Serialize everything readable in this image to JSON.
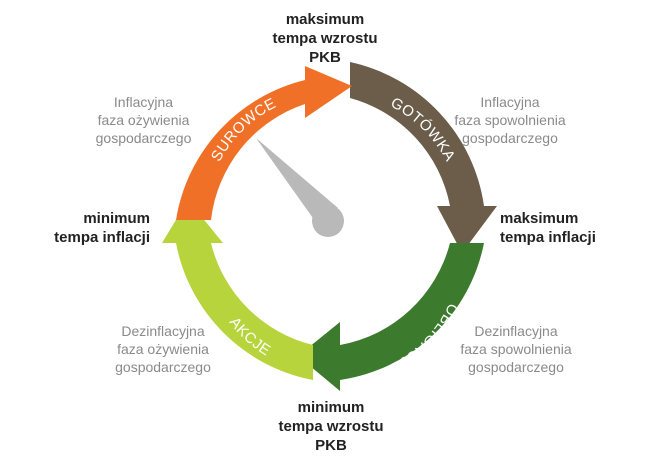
{
  "top": [
    "maksimum",
    "tempa wzrostu",
    "PKB"
  ],
  "bottom": [
    "minimum",
    "tempa wzrostu",
    "PKB"
  ],
  "left": [
    "minimum",
    "tempa inflacji"
  ],
  "right": [
    "maksimum",
    "tempa inflacji"
  ],
  "phases": {
    "top_left": [
      "Inflacyjna",
      "faza ożywienia",
      "gospodarczego"
    ],
    "top_right": [
      "Inflacyjna",
      "faza spowolnienia",
      "gospodarczego"
    ],
    "bottom_left": [
      "Dezinflacyjna",
      "faza ożywienia",
      "gospodarczego"
    ],
    "bottom_right": [
      "Dezinflacyjna",
      "faza spowolnienia",
      "gospodarczego"
    ]
  },
  "segments": {
    "surowce": "SUROWCE",
    "gotowka": "GOTÓWKA",
    "obligacje": "OBLIGACJE",
    "akcje": "AKCJE"
  },
  "colors": {
    "surowce": "#f07028",
    "gotowka": "#6b5d4a",
    "obligacje": "#3c7a2e",
    "akcje": "#b7d43c",
    "needle": "#b9b9b9"
  }
}
